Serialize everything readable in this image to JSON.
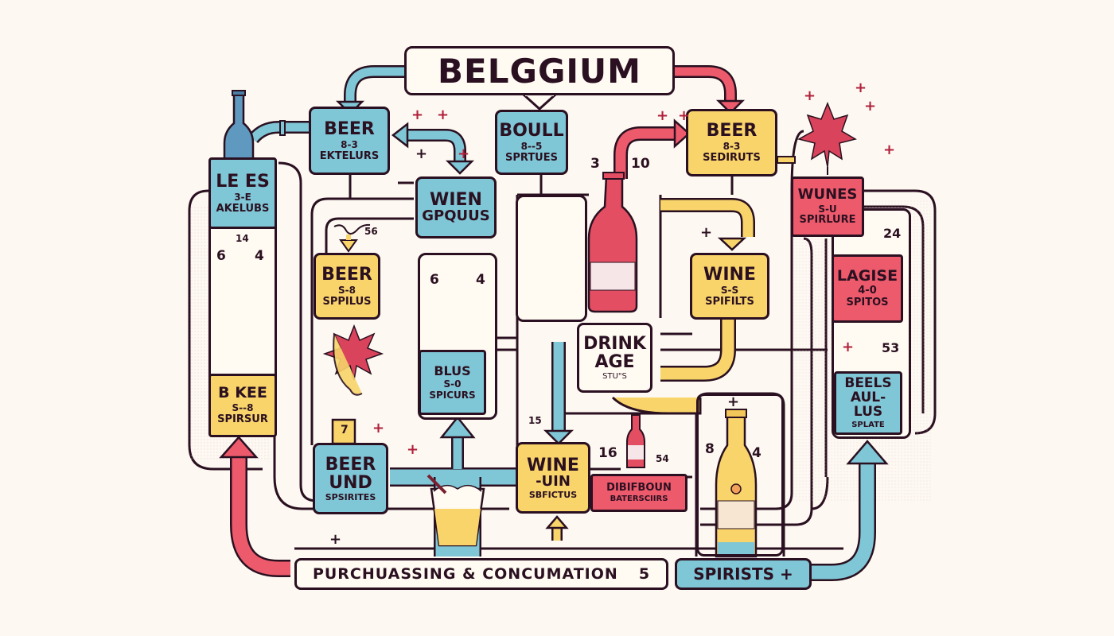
{
  "title": "BELGGIUM",
  "colors": {
    "background": "#fdf9f2",
    "blue": "#7fc6d6",
    "yellow": "#f8d46a",
    "red": "#ec5a6c",
    "outline": "#2a1020"
  },
  "nodes": {
    "beer_top_left": {
      "title": "BEER",
      "range": "8-3",
      "subtitle": "EKTELURS",
      "color": "blue"
    },
    "boull": {
      "title": "BOULL",
      "range": "8--5",
      "subtitle": "SPRTUES",
      "color": "blue"
    },
    "beer_top_right": {
      "title": "BEER",
      "range": "8-3",
      "subtitle": "SEDIRUTS",
      "color": "yellow"
    },
    "le_es": {
      "title": "LE ES",
      "range": "3-E",
      "subtitle": "AKELUBS",
      "color": "blue"
    },
    "wien": {
      "title": "WIEN",
      "subtitle": "GPQUUS",
      "color": "blue"
    },
    "wunes": {
      "title": "WUNES",
      "range": "S-U",
      "subtitle": "SPIRLURE",
      "color": "red"
    },
    "beer_mid": {
      "title": "BEER",
      "range": "S-8",
      "subtitle": "SPPILUS",
      "color": "yellow"
    },
    "wine_right": {
      "title": "WINE",
      "range": "S-S",
      "subtitle": "SPIFILTS",
      "color": "yellow"
    },
    "lagise": {
      "title": "LAGISE",
      "range": "4-0",
      "subtitle": "SPITOS",
      "color": "red"
    },
    "blus": {
      "title": "BLUS",
      "range": "S-0",
      "subtitle": "SPICURS",
      "color": "blue"
    },
    "drink_age": {
      "title": "DRINK",
      "title2": "AGE",
      "subtitle": "STU\"S",
      "color": "white"
    },
    "bkee": {
      "title": "B KEE",
      "range": "S--8",
      "subtitle": "SPIRSUR",
      "color": "yellow"
    },
    "beels": {
      "title": "BEELS",
      "title2": "AUL-LUS",
      "subtitle": "SPLATE",
      "color": "blue"
    },
    "beer_und": {
      "title": "BEER",
      "title2": "UND",
      "subtitle": "SPSIRITES",
      "color": "blue"
    },
    "wine_bottom": {
      "title": "WINE",
      "title2": "-UIN",
      "subtitle": "SBFICTUS",
      "color": "yellow"
    },
    "dibifboun": {
      "title": "DIBIFBOUN",
      "subtitle": "BATERSCIIRS",
      "color": "red"
    }
  },
  "numbers": {
    "n3": "3",
    "n10": "10",
    "n14": "14",
    "n6_left": "6",
    "n4_left": "4",
    "n56": "56",
    "n6_mid": "6",
    "n4_mid": "4",
    "n24": "24",
    "n53": "53",
    "n15": "15",
    "n16": "16",
    "n54": "54",
    "n8": "8",
    "n4_right": "4",
    "n7": "7"
  },
  "footer": {
    "label": "PURCHUASSING & CONCUMATION",
    "count": "5",
    "spirits_label": "SPIRISTS +"
  },
  "icons": [
    "beer-bottle-icon",
    "wine-bottle-icon",
    "wine-glass-icon",
    "maple-leaf-icon",
    "beer-glass-icon",
    "spirits-bottle-icon"
  ]
}
